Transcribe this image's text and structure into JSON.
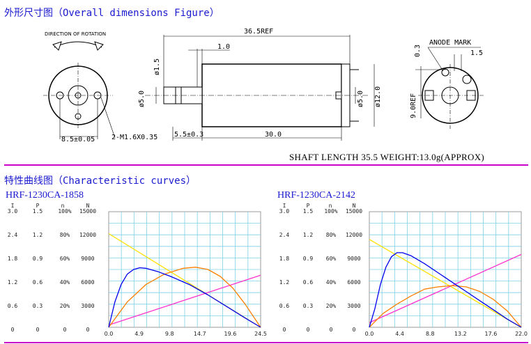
{
  "section1": {
    "title": "外形尺寸图（Overall dimensions Figure）"
  },
  "drawing": {
    "direction_label": "DIRECTION OF ROTATION",
    "dim_85": "8.5±0.05",
    "dim_m16": "2-M1.6X0.35",
    "dim_15a": "ø1.5",
    "dim_10": "1.0",
    "dim_365": "36.5REF",
    "dim_50a": "ø5.0",
    "dim_55": "5.5±0.3",
    "dim_300": "30.0",
    "dim_50b": "ø5.0",
    "dim_120": "ø12.0",
    "anode": "ANODE MARK",
    "dim_03": "0.3",
    "dim_15b": "1.5",
    "dim_90": "9.0REF"
  },
  "spec": {
    "text": "SHAFT LENGTH 35.5   WEIGHT:13.0g(APPROX)"
  },
  "section2": {
    "title": "特性曲线图（Characteristic curves）"
  },
  "charts": [
    {
      "model": "HRF-1230CA-1858",
      "headers": [
        "I",
        "P",
        "n",
        "N"
      ],
      "rows": [
        [
          "3.0",
          "1.5",
          "100%",
          "15000"
        ],
        [
          "2.4",
          "1.2",
          "80%",
          "12000"
        ],
        [
          "1.8",
          "0.9",
          "60%",
          "9000"
        ],
        [
          "1.2",
          "0.6",
          "40%",
          "6000"
        ],
        [
          "0.6",
          "0.3",
          "20%",
          "3000"
        ],
        [
          "0",
          "0",
          "0",
          "0"
        ]
      ]
    },
    {
      "model": "HRF-1230CA-2142",
      "headers": [
        "I",
        "P",
        "n",
        "N"
      ],
      "rows": [
        [
          "3.0",
          "1.5",
          "100%",
          "15000"
        ],
        [
          "2.4",
          "1.2",
          "80%",
          "12000"
        ],
        [
          "1.8",
          "0.9",
          "60%",
          "9000"
        ],
        [
          "1.2",
          "0.6",
          "40%",
          "6000"
        ],
        [
          "0.6",
          "0.3",
          "20%",
          "3000"
        ],
        [
          "0",
          "0",
          "0",
          "0"
        ]
      ]
    }
  ],
  "chart_data": [
    {
      "type": "line",
      "ylim": [
        0,
        1
      ],
      "x_ticks": [
        "0.0",
        "4.9",
        "9.8",
        "14.7",
        "19.6",
        "24.5"
      ],
      "xlim": [
        0,
        24.5
      ],
      "series": [
        {
          "color": "#ffe000",
          "x": [
            0,
            24.5
          ],
          "y": [
            0.81,
            0.0
          ]
        },
        {
          "color": "#ff33cc",
          "x": [
            0,
            24.5
          ],
          "y": [
            0.02,
            0.45
          ]
        },
        {
          "color": "#ff8000",
          "x": [
            0,
            3,
            6,
            9,
            12,
            14,
            16,
            18,
            20,
            22,
            24.5
          ],
          "y": [
            0.0,
            0.22,
            0.37,
            0.46,
            0.51,
            0.52,
            0.5,
            0.44,
            0.34,
            0.2,
            0.0
          ]
        },
        {
          "color": "#0000ee",
          "x": [
            0,
            1,
            2,
            3,
            4,
            5,
            6,
            8,
            10,
            13,
            16,
            19,
            22,
            24.5
          ],
          "y": [
            0.0,
            0.22,
            0.37,
            0.46,
            0.5,
            0.515,
            0.51,
            0.48,
            0.44,
            0.37,
            0.28,
            0.18,
            0.08,
            0.0
          ]
        }
      ]
    },
    {
      "type": "line",
      "ylim": [
        0,
        1
      ],
      "x_ticks": [
        "0.0",
        "4.4",
        "8.8",
        "13.2",
        "17.6",
        "22.0"
      ],
      "xlim": [
        0,
        22.0
      ],
      "series": [
        {
          "color": "#ffe000",
          "x": [
            0,
            22.0
          ],
          "y": [
            0.76,
            0.0
          ]
        },
        {
          "color": "#ff33cc",
          "x": [
            0,
            22.0
          ],
          "y": [
            0.04,
            0.63
          ]
        },
        {
          "color": "#ff8000",
          "x": [
            0,
            2,
            4,
            6,
            8,
            10,
            12,
            14,
            16,
            18,
            20,
            22.0
          ],
          "y": [
            0.0,
            0.12,
            0.2,
            0.27,
            0.33,
            0.35,
            0.36,
            0.35,
            0.31,
            0.24,
            0.14,
            0.0
          ]
        },
        {
          "color": "#0000ee",
          "x": [
            0,
            0.8,
            1.6,
            2.4,
            3.2,
            4.0,
            4.8,
            6,
            8,
            10,
            12,
            14,
            16,
            18,
            20,
            22.0
          ],
          "y": [
            0.0,
            0.16,
            0.37,
            0.52,
            0.61,
            0.645,
            0.645,
            0.62,
            0.55,
            0.47,
            0.39,
            0.31,
            0.23,
            0.15,
            0.07,
            0.0
          ]
        }
      ]
    }
  ]
}
